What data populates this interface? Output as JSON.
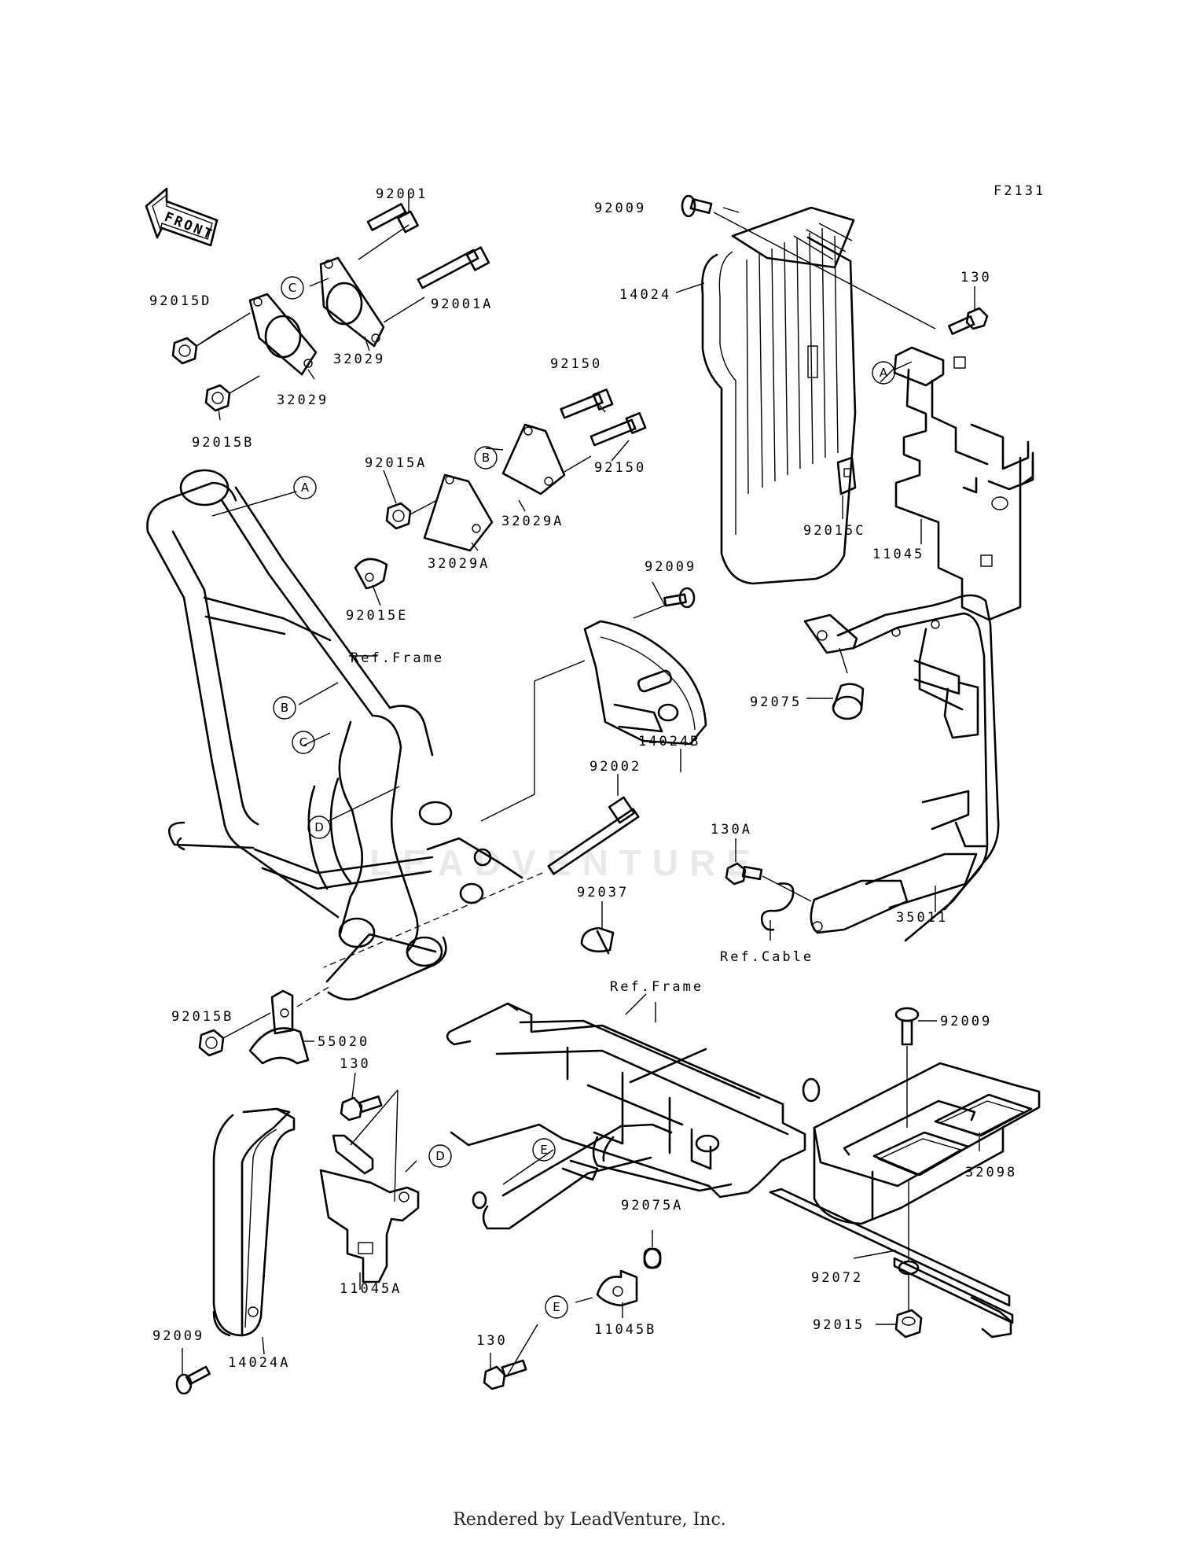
{
  "figure_code": "F2131",
  "front_arrow_text": "FRONT",
  "watermark_text": "LEADVENTURE",
  "footer_text": "Rendered by LeadVenture, Inc.",
  "references": {
    "frame_1": "Ref.Frame",
    "frame_2": "Ref.Frame",
    "cable": "Ref.Cable"
  },
  "callouts": {
    "a1": "A",
    "a2": "A",
    "b1": "B",
    "b2": "B",
    "c1": "C",
    "c2": "C",
    "d1": "D",
    "d2": "D",
    "e1": "E",
    "e2": "E"
  },
  "parts": {
    "p92001": "92001",
    "p92001a": "92001A",
    "p92015d": "92015D",
    "p32029_1": "32029",
    "p32029_2": "32029",
    "p92015b_1": "92015B",
    "p92150_1": "92150",
    "p92150_2": "92150",
    "p92015a": "92015A",
    "p32029a_1": "32029A",
    "p32029a_2": "32029A",
    "p92015e": "92015E",
    "p92009_top": "92009",
    "p14024": "14024",
    "p130_top": "130",
    "p92015c": "92015C",
    "p11045": "11045",
    "p92009_mid": "92009",
    "p14024b": "14024B",
    "p92075": "92075",
    "p92002": "92002",
    "p130a": "130A",
    "p92037": "92037",
    "p35011": "35011",
    "p92015b_2": "92015B",
    "p55020": "55020",
    "p130_mid": "130",
    "p11045a": "11045A",
    "p92009_right": "92009",
    "p32098": "32098",
    "p92075a": "92075A",
    "p92072": "92072",
    "p92009_bottom": "92009",
    "p14024a": "14024A",
    "p130_bottom": "130",
    "p11045b": "11045B",
    "p92015": "92015"
  }
}
